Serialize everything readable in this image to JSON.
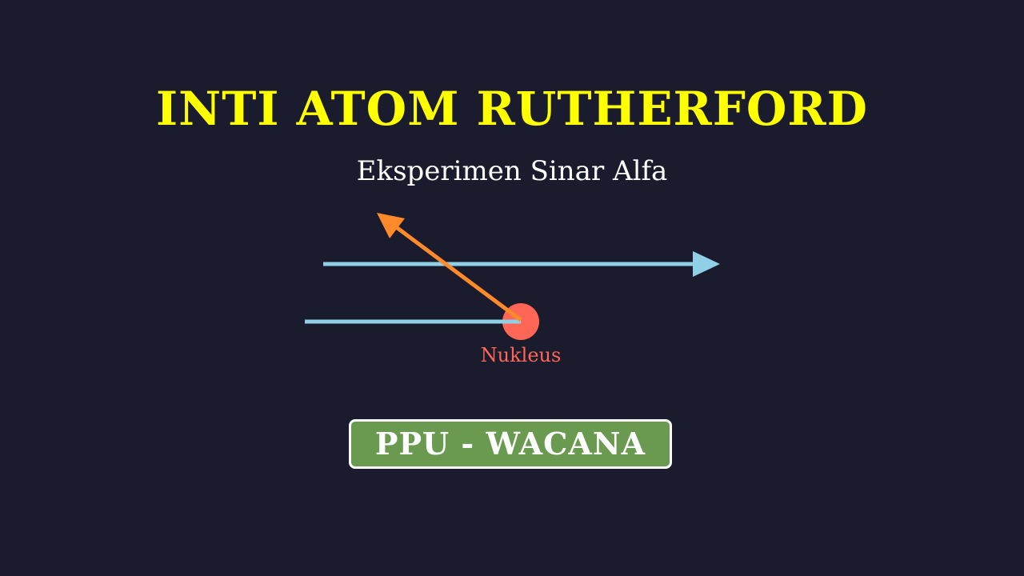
{
  "title": "INTI ATOM RUTHERFORD",
  "subtitle": "Eksperimen Sinar Alfa",
  "diagram": {
    "nucleus_label": "Nukleus",
    "colors": {
      "background": "#1b1b2e",
      "title": "#ffff00",
      "alpha_ray": "#8fd0e6",
      "deflected_ray": "#ff8a2a",
      "nucleus": "#ff6655"
    }
  },
  "badge": {
    "label": "PPU - WACANA",
    "color": "#6a9a50"
  }
}
